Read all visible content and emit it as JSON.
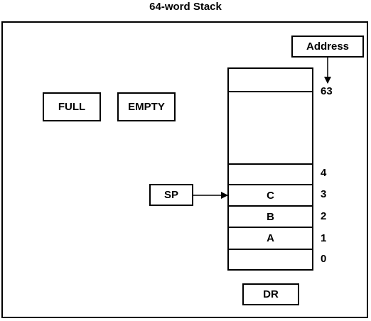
{
  "title": "64-word Stack",
  "flags": {
    "full": "FULL",
    "empty": "EMPTY"
  },
  "address_label": "Address",
  "sp_label": "SP",
  "dr_label": "DR",
  "stack": {
    "top_address": "63",
    "cells": [
      {
        "address": "4",
        "value": ""
      },
      {
        "address": "3",
        "value": "C"
      },
      {
        "address": "2",
        "value": "B"
      },
      {
        "address": "1",
        "value": "A"
      },
      {
        "address": "0",
        "value": ""
      }
    ]
  }
}
